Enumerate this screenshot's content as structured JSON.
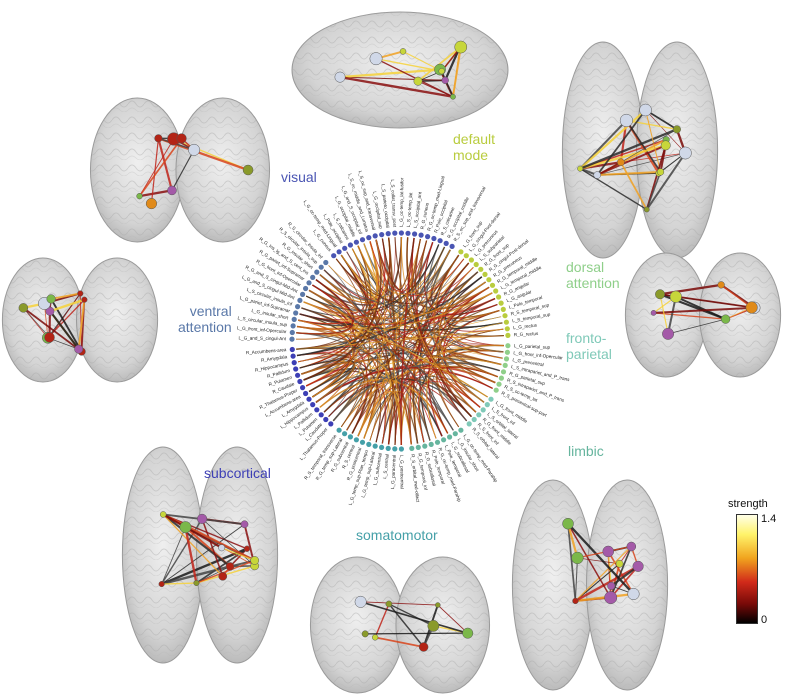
{
  "networks": {
    "visual": "visual",
    "default_mode": "default\nmode",
    "dorsal_attention": "dorsal\nattention",
    "fronto_parietal": "fronto-\nparietal",
    "limbic": "limbic",
    "somatomotor": "somatomotor",
    "subcortical": "subcortical",
    "ventral_attention": "ventral\nattention"
  },
  "colors": {
    "visual": "#4a55b3",
    "default_mode": "#b9cc3e",
    "dorsal_attention": "#8fcf8a",
    "fronto_parietal": "#7fc9b8",
    "limbic": "#66b59e",
    "somatomotor": "#45a0a8",
    "subcortical": "#3d3fb5",
    "ventral_attention": "#5a78a8"
  },
  "colorbar": {
    "title": "strength",
    "max_label": "1.4",
    "min_label": "0"
  },
  "region_labels": [
    "L_G_cuneus",
    "L_G_oc-temp_med-Lingual",
    "L_Pole_occipital",
    "L_S_calcarine",
    "L_G_occipital_middle",
    "L_G_and_S_occipital_inf",
    "L_S_oc_middle_and_Lunatus",
    "L_S_oc_sup_and_transversal",
    "L_G_occipital_sup",
    "L_S_parieto_occipital",
    "L_S_collat_transv_post",
    "L_G_oc-temp_lat-fusifor",
    "L_S_oc-temp_lat",
    "L_S_occipital_ant",
    "R_G_cuneus",
    "R_G_oc-temp_med-Lingual",
    "R_Pole_occipital",
    "R_S_calcarine",
    "R_G_occipital_middle",
    "R_S_oc_sup_and_transversal",
    "L_G_front_sup",
    "L_G_cingul-Post-dorsal",
    "L_G_precuneus",
    "L_S_subparietal",
    "R_G_front_sup",
    "R_G_cingul-Post-dorsal",
    "R_G_precuneus",
    "R_G_temporal_middle",
    "L_G_temporal_middle",
    "R_G_angular",
    "L_G_angular",
    "L_Pole_temporal",
    "R_S_temporal_sup",
    "L_S_temporal_sup",
    "L_G_rectus",
    "R_G_rectus",
    "L_G_parietal_sup",
    "L_G_front_inf-Opercular",
    "L_G_precentral",
    "L_S_intrapariet_and_P_trans",
    "R_G_parietal_sup",
    "R_S_intrapariet_and_P_trans",
    "R_S_oc-temp_lat",
    "R_S_precentral-sup-part",
    "L_G_front_middle",
    "L_S_front_inf",
    "L_S_orbital_lateral",
    "R_G_front_middle",
    "R_S_front_inf",
    "R_S_orbital_lateral",
    "L_G_oc-temp_med-Parahip",
    "L_G_insular_short",
    "L_G_subcallosal",
    "L_Pole_temporal",
    "R_G_oc-temp_med-Parahip",
    "R_Pole_temporal",
    "R_G_subcallosal",
    "R_G_temporal_inf",
    "R_S_orbital_med-olfact",
    "L_G_postcentral",
    "L_G_paracentral",
    "L_S_central",
    "L_G_subcentral",
    "L_G_temp_sup-Lateral",
    "L_G_temp_sup-Plan_tempo",
    "R_G_postcentral",
    "R_S_central",
    "R_G_subcentral",
    "R_G_temp_sup-Lateral",
    "R_S_temporal_transverse",
    "L_Thalamus-Proper",
    "L_Caudate",
    "L_Putamen",
    "L_Pallidum",
    "L_Hippocampus",
    "L_Amygdala",
    "L_Accumbens-area",
    "R_Thalamus-Proper",
    "R_Caudate",
    "R_Putamen",
    "R_Pallidum",
    "R_Hippocampus",
    "R_Amygdala",
    "R_Accumbens-area",
    "L_G_and_S_cingul-Ant",
    "L_G_front_inf-Opercular",
    "L_S_circular_insula_sup",
    "L_G_insular_short",
    "L_G_pariet_inf-Supramar",
    "L_S_circular_insula_inf",
    "L_G_and_S_cingul-Mid-Ant",
    "R_G_and_S_cingul-Mid-Ant",
    "R_G_front_inf-Opercular",
    "R_G_pariet_inf-Supramar",
    "R_G_Ins_lg_and_S_cent_ins",
    "R_G_insular_short",
    "R_S_circular_insula_sup",
    "R_S_circular_insula_inf"
  ]
}
